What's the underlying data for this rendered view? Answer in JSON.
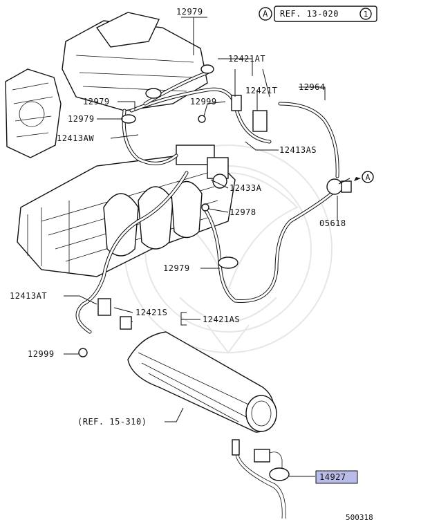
{
  "callouts": {
    "ref_top_letter": "A",
    "ref_top_text": "REF. 13-020",
    "ref_top_number": "1",
    "p12979_top": "12979",
    "p12421AT": "12421AT",
    "p12421T": "12421T",
    "p12964": "12964",
    "p12999_upper": "12999",
    "p12979_mid": "12979",
    "p12979_left": "12979",
    "p12413AW": "12413AW",
    "p12413AS": "12413AS",
    "p12433A": "12433A",
    "marker_a_right": "A",
    "p12978": "12978",
    "p05618": "05618",
    "p12979_lower": "12979",
    "p12413AT": "12413AT",
    "p12421S": "12421S",
    "p12421AS": "12421AS",
    "p12999_lower": "12999",
    "ref_bottom": "(REF. 15-310)",
    "p14927": "14927",
    "figure_code": "500318"
  },
  "colors": {
    "highlight": "#b9bbe8",
    "ink": "#111111"
  }
}
